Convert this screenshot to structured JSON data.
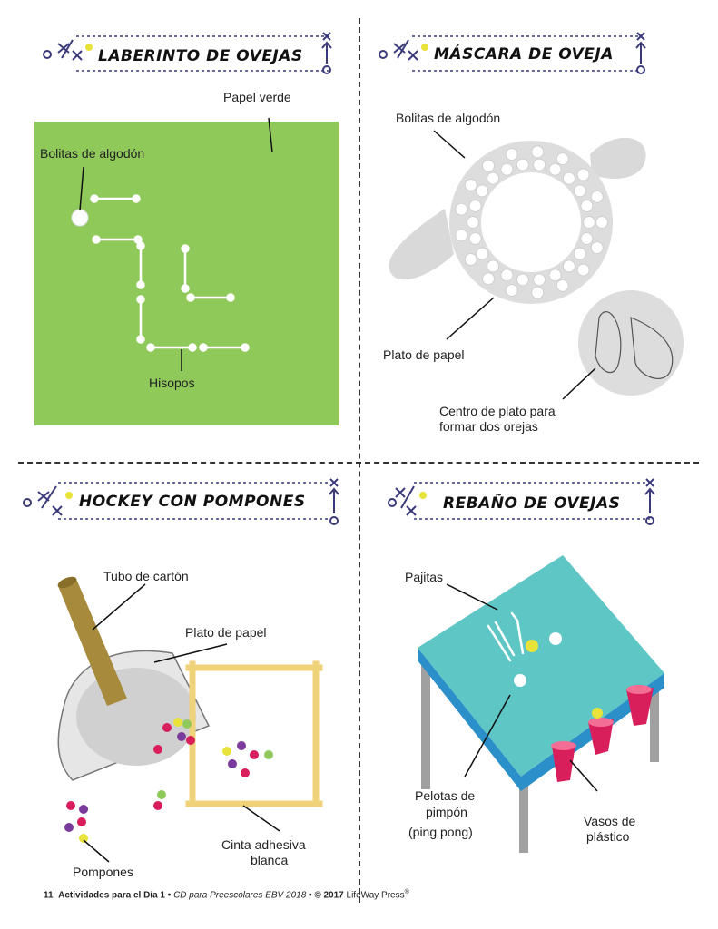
{
  "panels": {
    "maze": {
      "title": "LABERINTO DE OVEJAS",
      "labels": {
        "green_paper": "Papel verde",
        "cotton_balls": "Bolitas de algodón",
        "swabs": "Hisopos"
      }
    },
    "mask": {
      "title": "MÁSCARA DE OVEJA",
      "labels": {
        "cotton_balls": "Bolitas de algodón",
        "paper_plate": "Plato de papel",
        "plate_center_1": "Centro de plato para",
        "plate_center_2": "formar dos orejas"
      }
    },
    "hockey": {
      "title": "HOCKEY CON POMPONES",
      "labels": {
        "tube": "Tubo de cartón",
        "paper_plate": "Plato de papel",
        "tape_1": "Cinta adhesiva",
        "tape_2": "blanca",
        "pompoms": "Pompones"
      }
    },
    "flock": {
      "title": "REBAÑO DE OVEJAS",
      "labels": {
        "straws": "Pajitas",
        "balls_1": "Pelotas de",
        "balls_2": "pimpón",
        "balls_3": "(ping pong)",
        "cups_1": "Vasos de",
        "cups_2": "plástico"
      }
    }
  },
  "footer": {
    "page_number": "11",
    "activities": "Actividades para el Día 1",
    "separator": "•",
    "cd_title": "CD para Preescolares EBV 2018",
    "copyright": "© 2017",
    "publisher": "LifeWay Press",
    "registered": "®"
  },
  "colors": {
    "green_paper": "#8fc95a",
    "table_top": "#5fc6c6",
    "table_edge": "#2b8fc9",
    "cup": "#d81f5b",
    "tube": "#a88a3c",
    "tape": "#f0d27a",
    "play_icon": "#3a3a7a",
    "ball_yellow": "#e8e23a"
  }
}
